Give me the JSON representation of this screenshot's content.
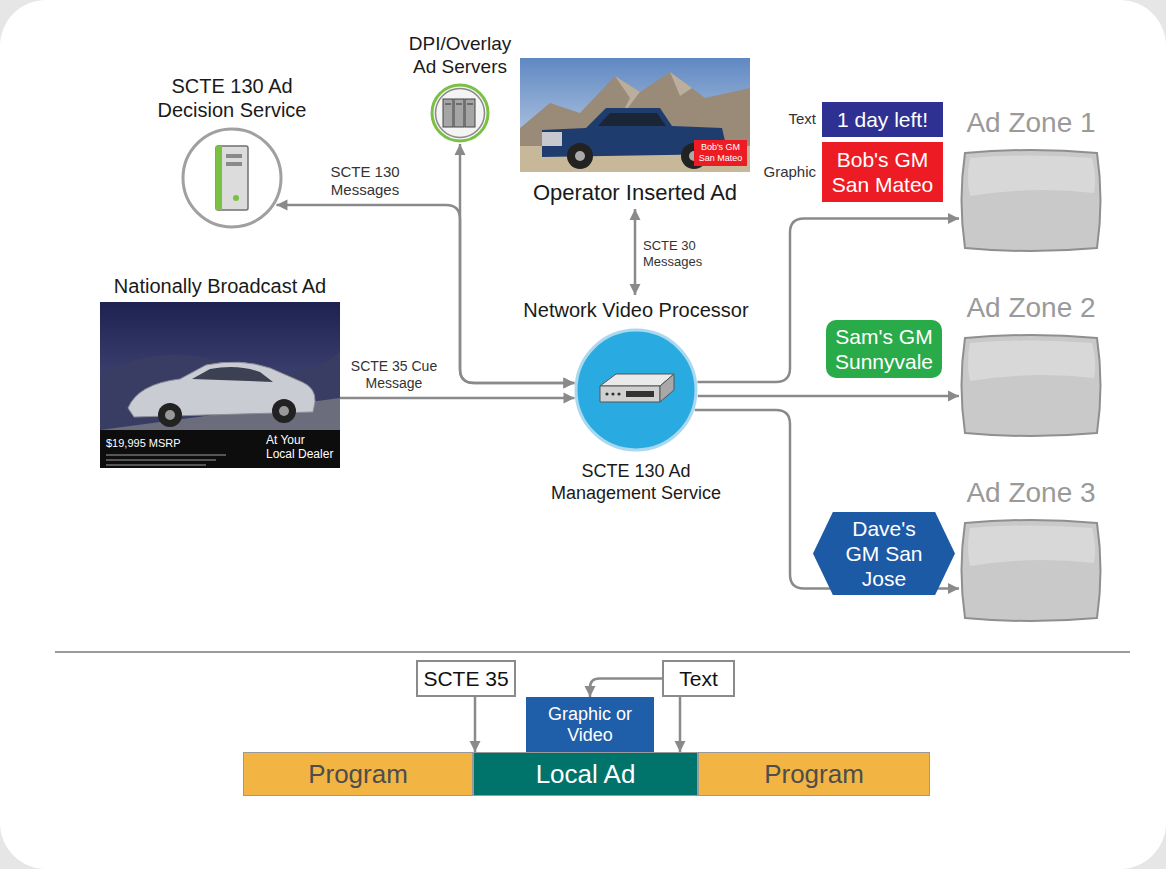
{
  "diagram": {
    "nodes": [
      {
        "text": [
          "SCTE 130 Ad Decision Service"
        ]
      },
      {
        "text": [
          "DPI/Overlay Ad Servers"
        ]
      },
      {
        "text": [
          "Operator Inserted Ad"
        ]
      },
      {
        "text": [
          "1 day left!"
        ]
      },
      {
        "text": [
          "Bob's GM San Mateo"
        ]
      },
      {
        "text": [
          "Ad Zone 1"
        ]
      },
      {
        "text": [
          "Nationally Broadcast Ad"
        ]
      },
      {
        "text": [
          "Network Video Processor",
          "SCTE 130 Ad Management Service"
        ]
      },
      {
        "text": [
          "Ad Zone 2"
        ]
      },
      {
        "text": [
          "Sam's GM Sunnyvale"
        ]
      },
      {
        "text": [
          "Ad Zone 3"
        ]
      },
      {
        "text": [
          "Dave's GM San Jose"
        ]
      },
      {
        "text": [
          "SCTE 35"
        ]
      },
      {
        "text": [
          "Graphic or Video"
        ]
      },
      {
        "text": [
          "Text"
        ]
      },
      {
        "text": [
          "Program"
        ]
      },
      {
        "text": [
          "Local Ad"
        ]
      },
      {
        "text": [
          "Program"
        ]
      }
    ],
    "edges": [
      {
        "from": 7,
        "to": 0,
        "arrow": "both",
        "label": "SCTE 130 Messages"
      },
      {
        "from": 7,
        "to": 1,
        "arrow": "both"
      },
      {
        "from": 2,
        "to": 7,
        "arrow": "both",
        "label": "SCTE 30 Messages"
      },
      {
        "from": 6,
        "to": 7,
        "arrow": "to",
        "label": "SCTE 35 Cue Message"
      },
      {
        "from": 7,
        "to": 5,
        "arrow": "to"
      },
      {
        "from": 7,
        "to": 8,
        "arrow": "to"
      },
      {
        "from": 7,
        "to": 10,
        "arrow": "to"
      },
      {
        "from": 12,
        "to": 16,
        "arrow": "to"
      },
      {
        "from": 14,
        "to": 16,
        "arrow": "to"
      },
      {
        "from": 14,
        "to": 13,
        "arrow": "to"
      }
    ],
    "labels": [
      "Text",
      "Graphic",
      "Bob's GM San Mateo",
      "$19,995 MSRP",
      "At Your Local Dealer"
    ]
  }
}
